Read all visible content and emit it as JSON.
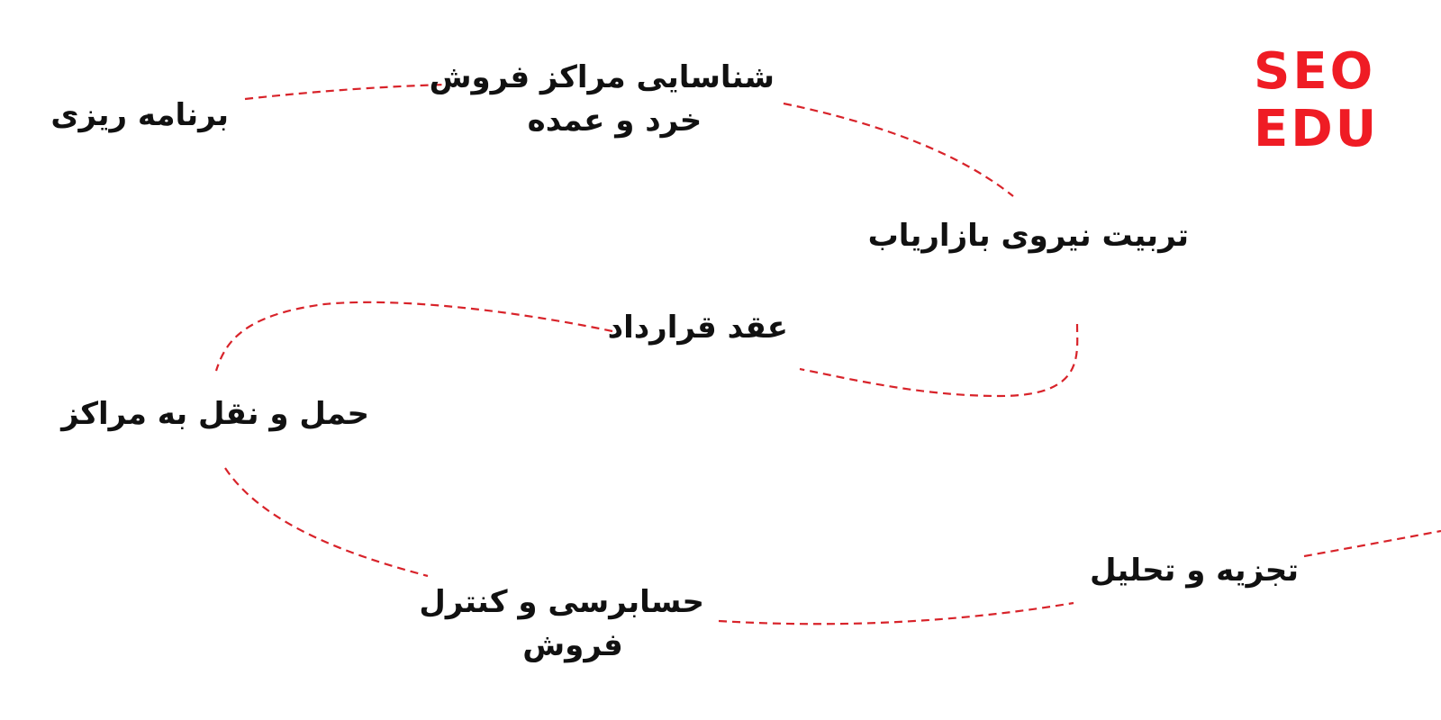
{
  "brand": {
    "line1": "SEO",
    "line2": "EDU",
    "color": "#ef1c24"
  },
  "connector_color": "#d8232a",
  "steps": {
    "planning": {
      "text": "برنامه ریزی"
    },
    "identify_centers": {
      "line1": "شناسایی مراکز فروش",
      "line2": "خرد و عمده"
    },
    "train_marketers": {
      "text": "تربیت نیروی بازاریاب"
    },
    "contract": {
      "text": "عقد قرارداد"
    },
    "transport": {
      "text": "حمل و نقل به مراکز"
    },
    "audit": {
      "line1": "حسابرسی و کنترل",
      "line2": "فروش"
    },
    "analysis": {
      "text": "تجزیه و تحلیل"
    }
  }
}
